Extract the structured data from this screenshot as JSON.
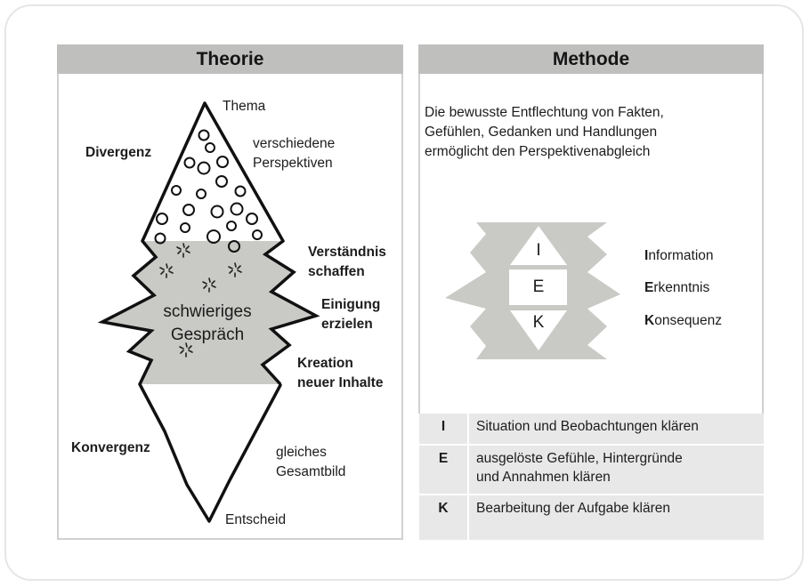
{
  "theorie": {
    "title": "Theorie",
    "labels": {
      "thema": "Thema",
      "divergenz": "Divergenz",
      "perspektiven_1": "verschiedene",
      "perspektiven_2": "Perspektiven",
      "verstaendnis_1": "Verständnis",
      "verstaendnis_2": "schaffen",
      "einigung_1": "Einigung",
      "einigung_2": "erzielen",
      "kreation_1": "Kreation",
      "kreation_2": "neuer Inhalte",
      "gespraech_1": "schwieriges",
      "gespraech_2": "Gespräch",
      "konvergenz": "Konvergenz",
      "gesamtbild_1": "gleiches",
      "gesamtbild_2": "Gesamtbild",
      "entscheid": "Entscheid"
    }
  },
  "methode": {
    "title": "Methode",
    "intro": [
      "Die bewusste Entflechtung von Fakten,",
      "Gefühlen, Gedanken und Handlungen",
      "ermöglicht den Perspektivenabgleich"
    ],
    "iek_letters": [
      "I",
      "E",
      "K"
    ],
    "legend": [
      {
        "first": "I",
        "rest": "nformation"
      },
      {
        "first": "E",
        "rest": "rkenntnis"
      },
      {
        "first": "K",
        "rest": "onsequenz"
      }
    ],
    "steps": [
      {
        "key": "I",
        "line1": "Situation und Beobachtungen klären",
        "line2": ""
      },
      {
        "key": "E",
        "line1": "ausgelöste Gefühle, Hintergründe",
        "line2": "und Annahmen klären"
      },
      {
        "key": "K",
        "line1": "Bearbeitung der Aufgabe klären",
        "line2": ""
      }
    ]
  },
  "colors": {
    "header_bg": "#bfbfbe",
    "shape_grey": "#c9c9c6",
    "table_bg": "#e8e8e8"
  }
}
